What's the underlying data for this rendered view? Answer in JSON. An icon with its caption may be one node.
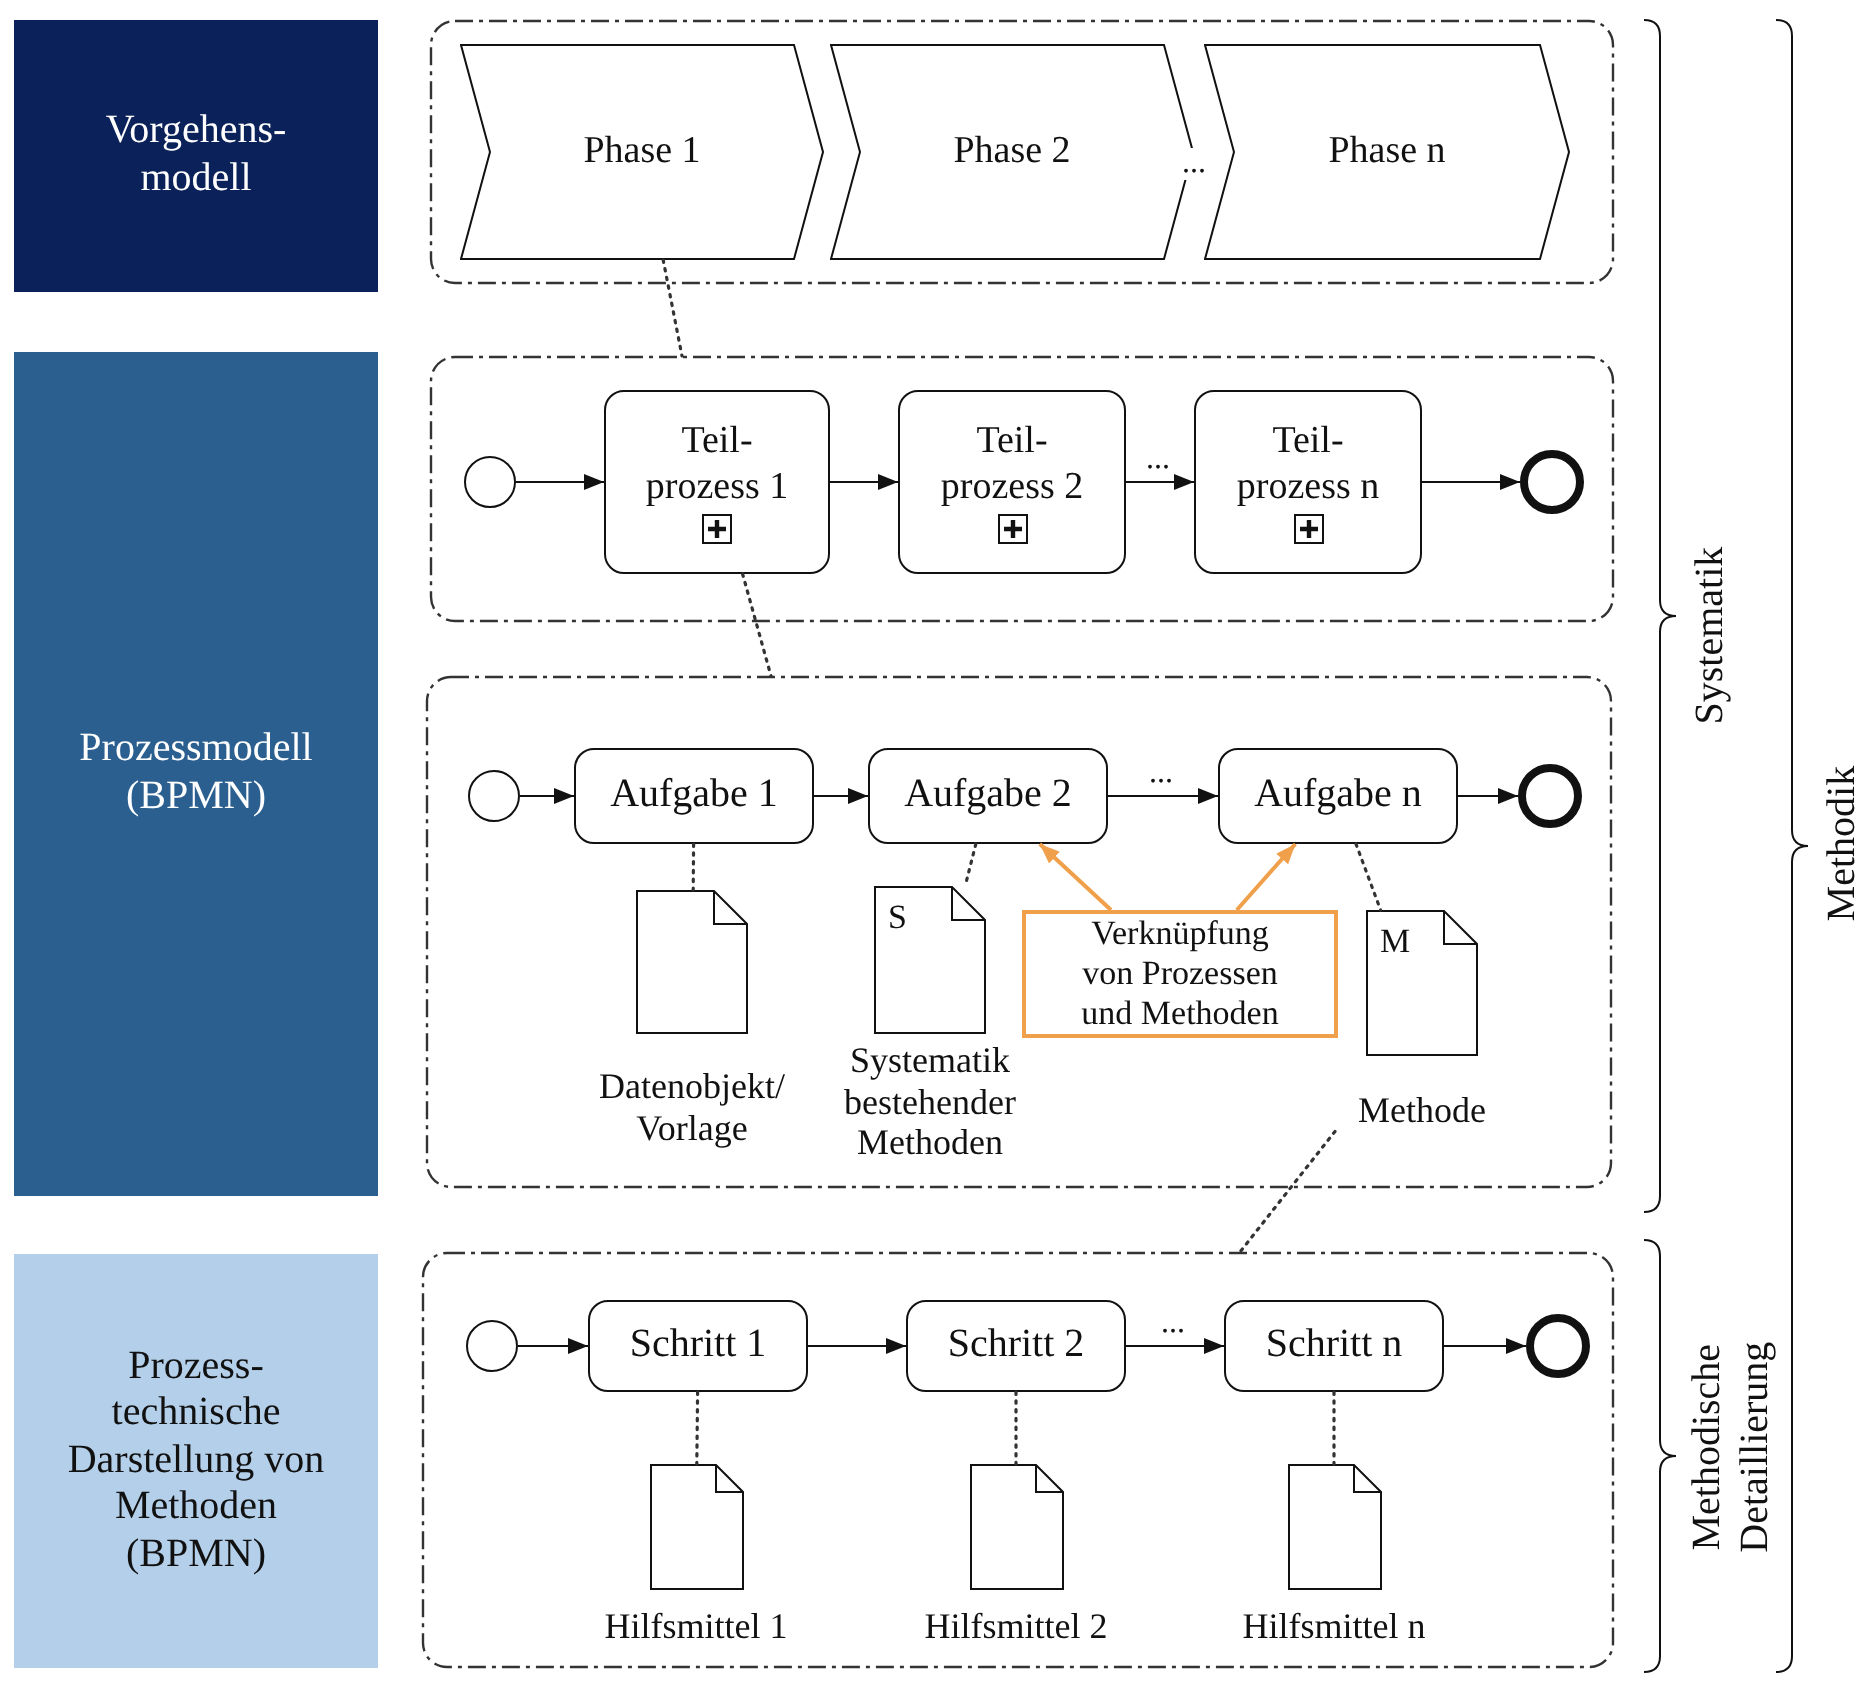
{
  "diagram": {
    "nodes": [
      {
        "text": [
          "Vorgehens- modell"
        ]
      },
      {
        "text": [
          "Prozessmodell (BPMN)"
        ]
      },
      {
        "text": [
          "Prozess- technische Darstellung von Methoden (BPMN)"
        ]
      },
      {
        "text": [],
        "shape": "box"
      },
      {
        "text": [
          "Phase 1"
        ],
        "in": 3
      },
      {
        "text": [
          "Phase 2"
        ],
        "in": 3
      },
      {
        "text": [
          "Phase n"
        ],
        "in": 3
      },
      {
        "text": [],
        "shape": "box"
      },
      {
        "text": [],
        "shape": "circle",
        "in": 7
      },
      {
        "text": [
          "Teil- prozess 1"
        ],
        "in": 7
      },
      {
        "text": [
          "Teil- prozess 2"
        ],
        "in": 7
      },
      {
        "text": [
          "Teil- prozess n"
        ],
        "in": 7
      },
      {
        "text": [],
        "shape": "circle",
        "in": 7
      },
      {
        "text": [],
        "shape": "box"
      },
      {
        "text": [],
        "shape": "circle",
        "in": 13
      },
      {
        "text": [
          "Aufgabe 1"
        ],
        "in": 13
      },
      {
        "text": [
          "Aufgabe 2"
        ],
        "in": 13
      },
      {
        "text": [
          "Aufgabe n"
        ],
        "in": 13
      },
      {
        "text": [],
        "shape": "circle",
        "in": 13
      },
      {
        "text": [],
        "shape": "document",
        "in": 13,
        "beside": [
          "Datenobjekt/ Vorlage"
        ]
      },
      {
        "text": [
          "S"
        ],
        "in": 13,
        "beside": [
          "Systematik bestehender Methoden"
        ]
      },
      {
        "text": [
          "Verknüpfung von Prozessen und Methoden"
        ],
        "in": 13
      },
      {
        "text": [
          "M"
        ],
        "in": 13,
        "beside": [
          "Methode"
        ]
      },
      {
        "text": [],
        "shape": "box"
      },
      {
        "text": [],
        "shape": "circle",
        "in": 23
      },
      {
        "text": [
          "Schritt 1"
        ],
        "in": 23
      },
      {
        "text": [
          "Schritt 2"
        ],
        "in": 23
      },
      {
        "text": [
          "Schritt n"
        ],
        "in": 23
      },
      {
        "text": [],
        "shape": "circle",
        "in": 23
      },
      {
        "text": [],
        "shape": "document",
        "in": 23,
        "beside": [
          "Hilfsmittel 1"
        ]
      },
      {
        "text": [],
        "shape": "document",
        "in": 23,
        "beside": [
          "Hilfsmittel 2"
        ]
      },
      {
        "text": [],
        "shape": "document",
        "in": 23,
        "beside": [
          "Hilfsmittel n"
        ]
      }
    ],
    "edges": [
      {
        "from": 4,
        "to": 7,
        "arrow": "none",
        "style": "dashed"
      },
      {
        "from": 8,
        "to": 9,
        "arrow": "to"
      },
      {
        "from": 9,
        "to": 10,
        "arrow": "to"
      },
      {
        "from": 10,
        "to": 11,
        "arrow": "to",
        "label": "..."
      },
      {
        "from": 11,
        "to": 12,
        "arrow": "to"
      },
      {
        "from": 9,
        "to": 13,
        "arrow": "none",
        "style": "dashed"
      },
      {
        "from": 14,
        "to": 15,
        "arrow": "to"
      },
      {
        "from": 15,
        "to": 16,
        "arrow": "to"
      },
      {
        "from": 16,
        "to": 17,
        "arrow": "to",
        "label": "..."
      },
      {
        "from": 17,
        "to": 18,
        "arrow": "to"
      },
      {
        "from": 15,
        "to": 19,
        "arrow": "none",
        "style": "dashed"
      },
      {
        "from": 16,
        "to": 20,
        "arrow": "none",
        "style": "dashed"
      },
      {
        "from": 17,
        "to": 22,
        "arrow": "none",
        "style": "dashed"
      },
      {
        "from": 21,
        "to": 16,
        "arrow": "to",
        "color": "#f0a04b"
      },
      {
        "from": 21,
        "to": 17,
        "arrow": "to",
        "color": "#f0a04b"
      },
      {
        "from": 22,
        "to": 23,
        "arrow": "none",
        "style": "dashed"
      },
      {
        "from": 24,
        "to": 25,
        "arrow": "to"
      },
      {
        "from": 25,
        "to": 26,
        "arrow": "to"
      },
      {
        "from": 26,
        "to": 27,
        "arrow": "to",
        "label": "..."
      },
      {
        "from": 27,
        "to": 28,
        "arrow": "to"
      },
      {
        "from": 25,
        "to": 29,
        "arrow": "none",
        "style": "dashed"
      },
      {
        "from": 26,
        "to": 30,
        "arrow": "none",
        "style": "dashed"
      },
      {
        "from": 27,
        "to": 31,
        "arrow": "none",
        "style": "dashed"
      }
    ],
    "labels": [
      "...",
      "Systematik",
      "Methodik",
      "Methodische Detaillierung"
    ]
  }
}
